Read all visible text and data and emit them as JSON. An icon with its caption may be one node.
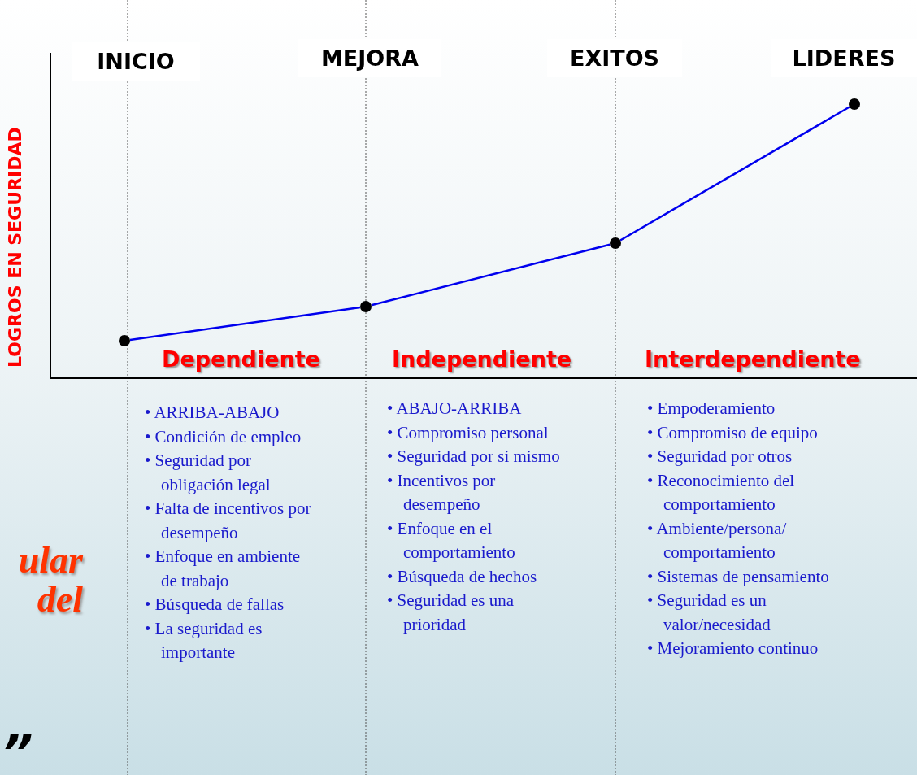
{
  "diagram": {
    "nodes": [
      {
        "text": [
          "INICIO"
        ]
      },
      {
        "text": [
          "MEJORA"
        ]
      },
      {
        "text": [
          "EXITOS"
        ]
      },
      {
        "text": [
          "LIDERES"
        ]
      },
      {
        "text": [],
        "shape": "circle"
      },
      {
        "text": [],
        "shape": "circle"
      },
      {
        "text": [],
        "shape": "circle"
      },
      {
        "text": [],
        "shape": "circle"
      }
    ],
    "edges": [
      {
        "from": 4,
        "to": 5,
        "arrow": "none"
      },
      {
        "from": 5,
        "to": 6,
        "arrow": "none"
      },
      {
        "from": 6,
        "to": 7,
        "arrow": "none"
      }
    ],
    "labels": [
      "LOGROS EN SEGURIDAD",
      "Dependiente",
      "Independiente",
      "Interdependiente",
      "• ARRIBA-ABAJO",
      "• Condición de empleo",
      "• Seguridad por obligación legal",
      "• Falta de incentivos por desempeño",
      "• Enfoque en ambiente de trabajo",
      "• Búsqueda de fallas",
      "• La seguridad es importante",
      "• ABAJO-ARRIBA",
      "• Compromiso personal",
      "• Seguridad por si mismo",
      "• Incentivos por desempeño",
      "• Enfoque en el comportamiento",
      "• Búsqueda de hechos",
      "• Seguridad es una prioridad",
      "• Empoderamiento",
      "• Compromiso de equipo",
      "• Seguridad por otros",
      "• Reconocimiento del comportamiento",
      "• Ambiente/persona/ comportamiento",
      "• Sistemas de pensamiento",
      "• Seguridad es un valor/necesidad",
      "• Mejoramiento continuo",
      "ular del",
      "”"
    ]
  }
}
